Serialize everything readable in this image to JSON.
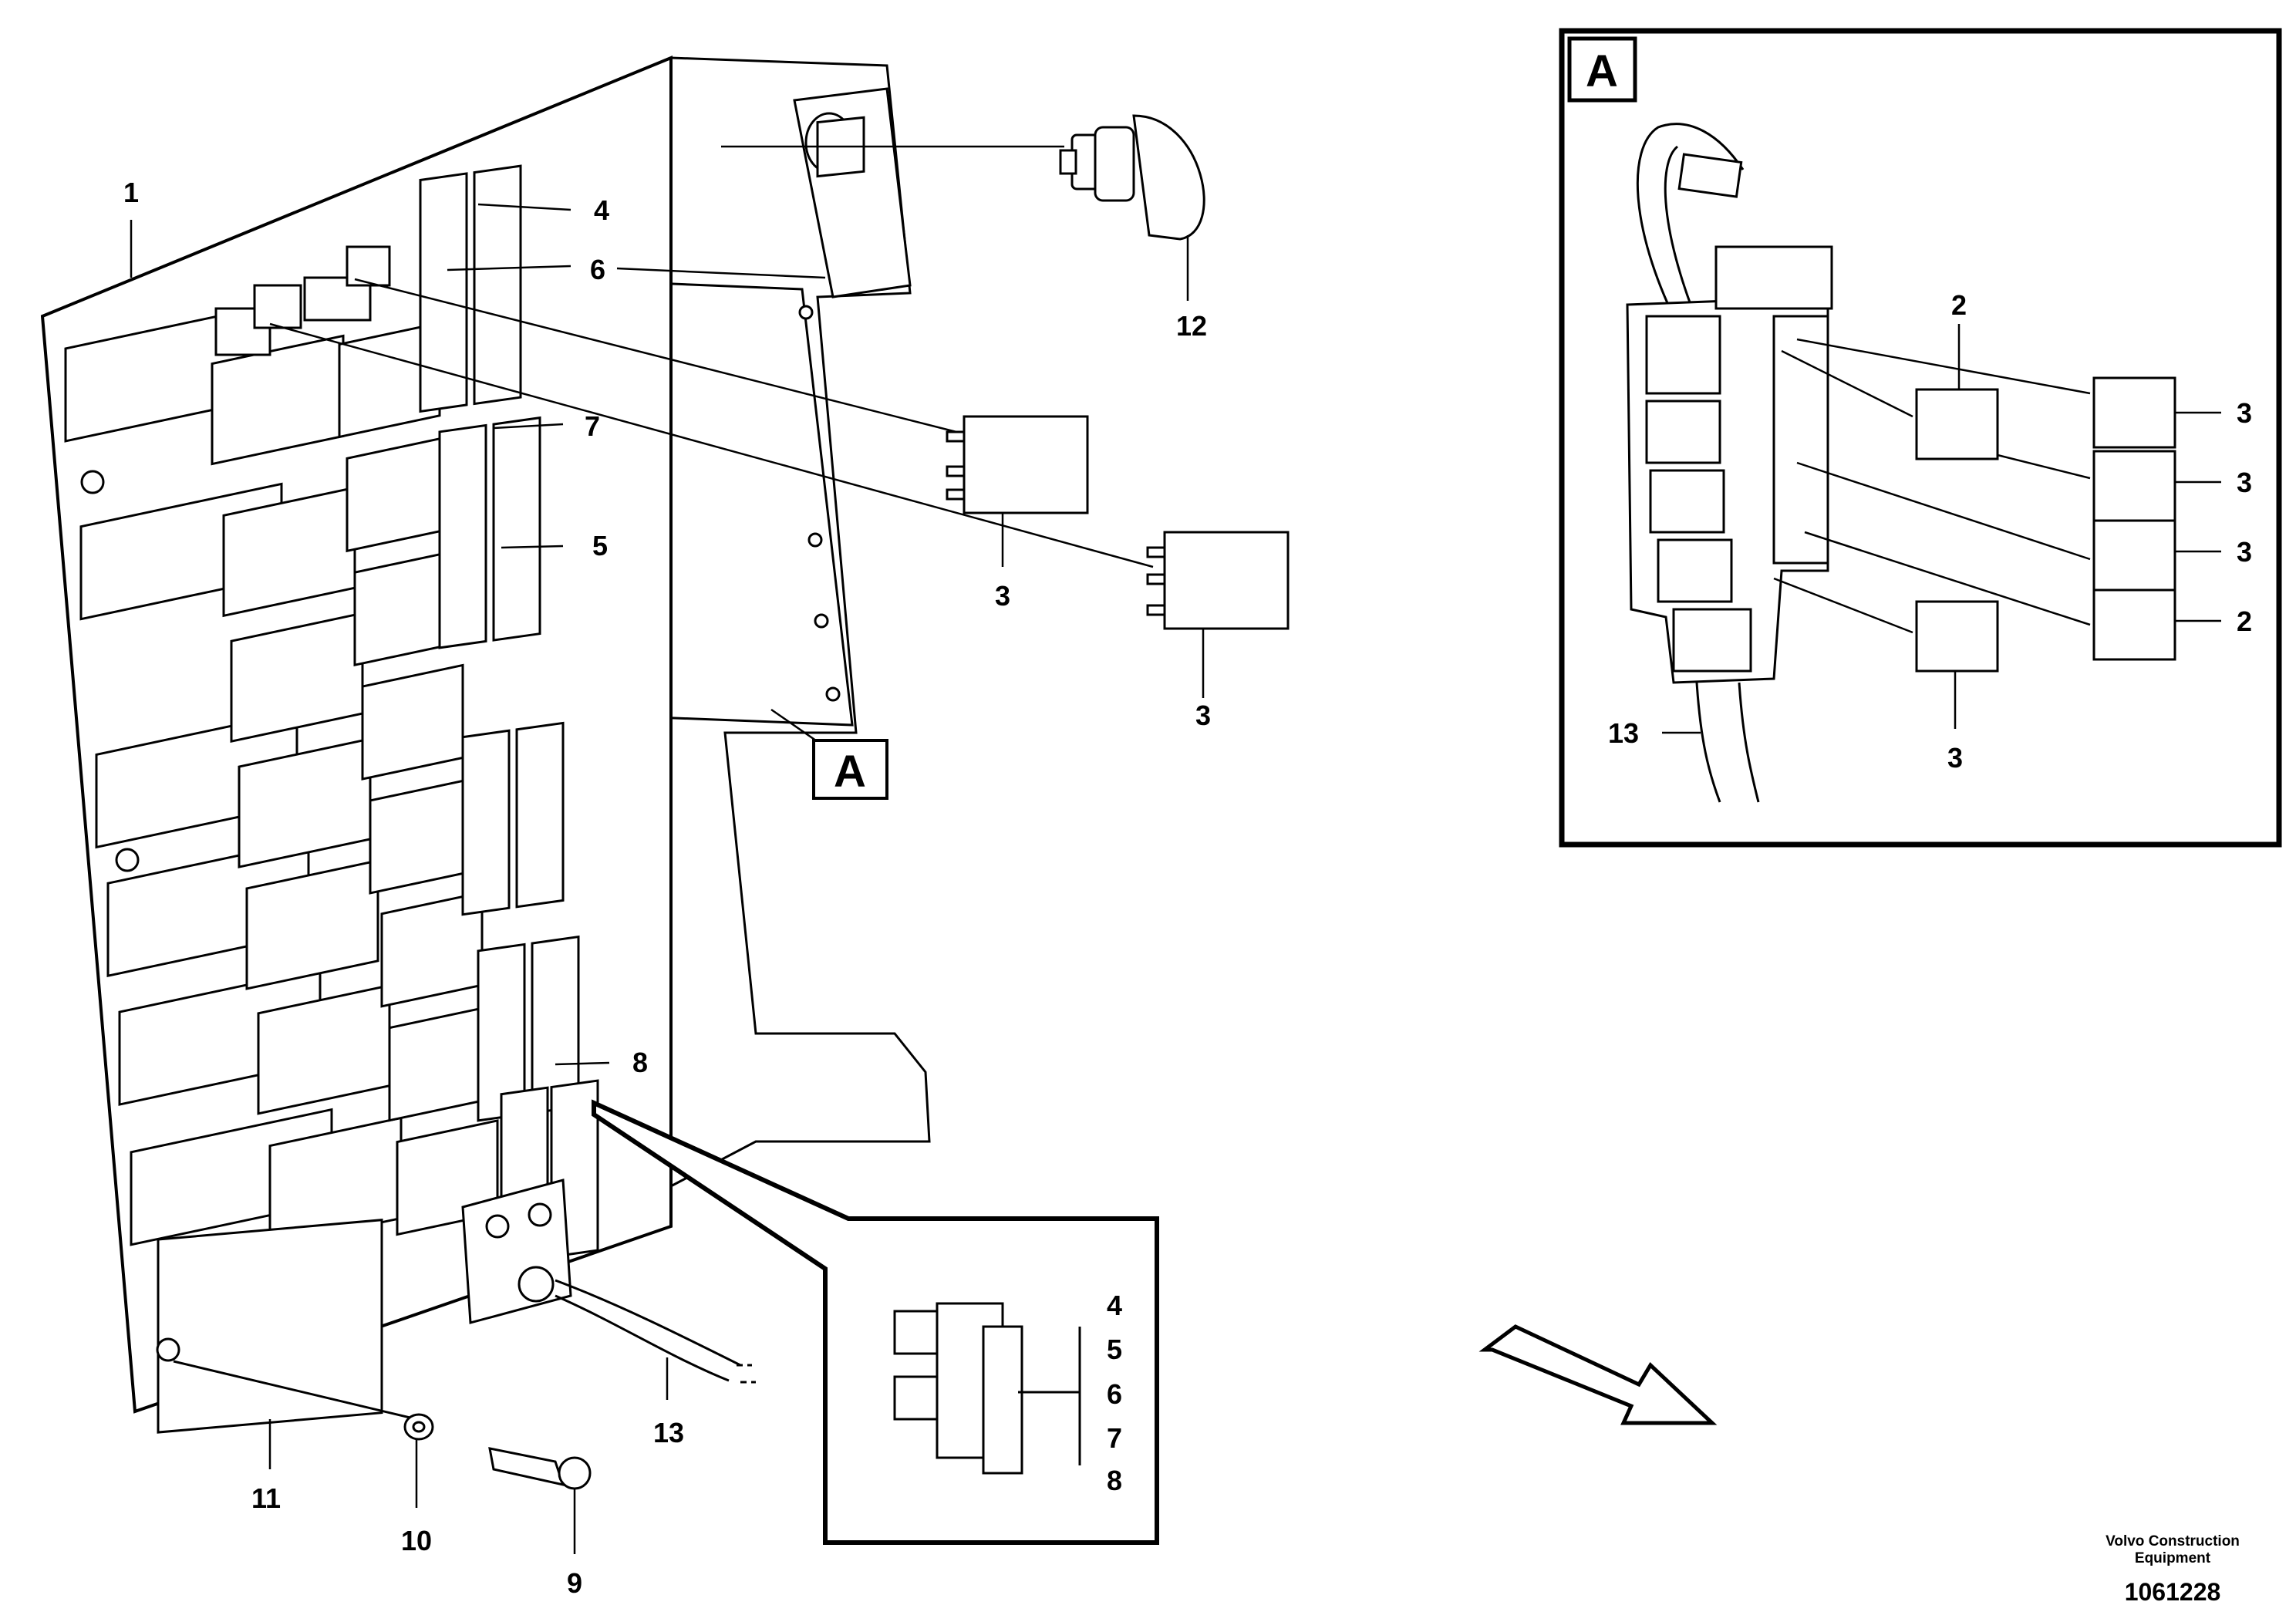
{
  "callouts": {
    "c1": "1",
    "c4": "4",
    "c6": "6",
    "c7": "7",
    "c5": "5",
    "c8": "8",
    "c12": "12",
    "c3a": "3",
    "c3b": "3",
    "c13": "13",
    "c11": "11",
    "c10": "10",
    "c9": "9"
  },
  "detail_box_label": "A",
  "fuse_inset_callouts": [
    "4",
    "5",
    "6",
    "7",
    "8"
  ],
  "detail_a": {
    "box_label": "A",
    "callouts": {
      "c2_top": "2",
      "c3_r1": "3",
      "c3_r2": "3",
      "c3_r3": "3",
      "c2_r4": "2",
      "c3_bottom": "3",
      "c13": "13"
    }
  },
  "footer": {
    "company_line1": "Volvo Construction",
    "company_line2": "Equipment",
    "drawing_number": "1061228"
  }
}
